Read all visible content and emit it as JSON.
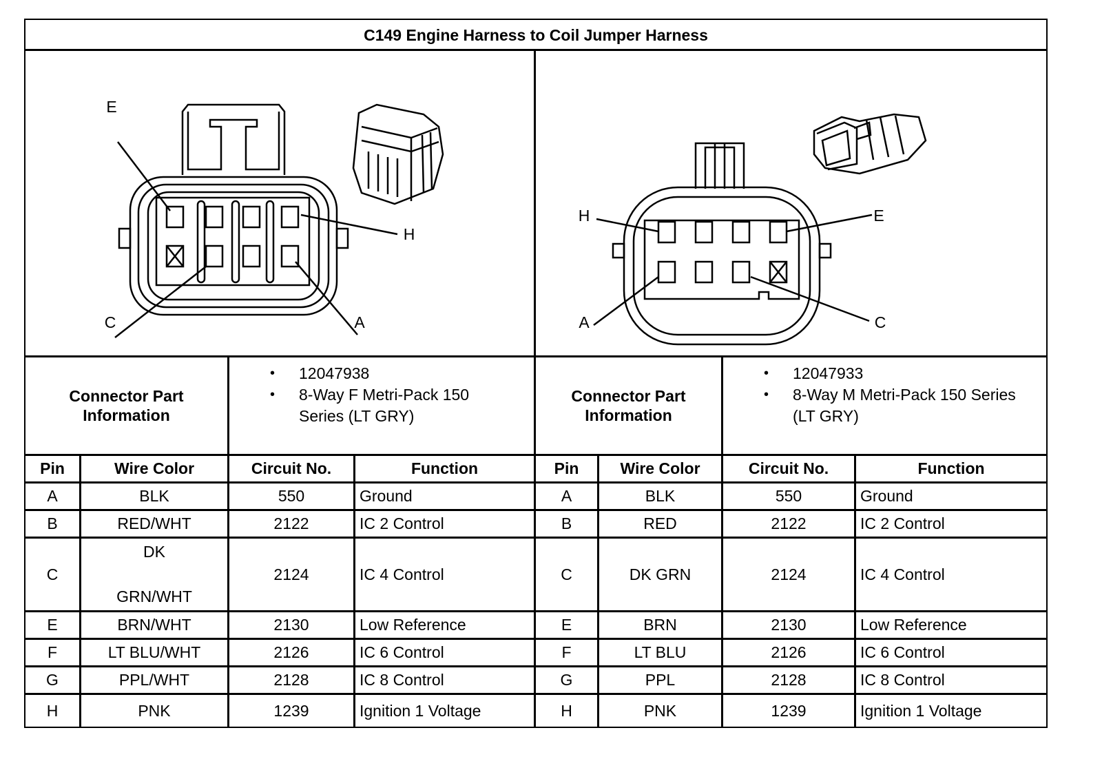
{
  "title": "C149 Engine Harness to Coil Jumper Harness",
  "left": {
    "labels": {
      "E": "E",
      "H": "H",
      "C": "C",
      "A": "A"
    },
    "part_info_label": [
      "Connector Part",
      "Information"
    ],
    "part_numbers": [
      "12047938",
      "8-Way F Metri-Pack 150 Series (LT GRY)"
    ]
  },
  "right": {
    "labels": {
      "H": "H",
      "E": "E",
      "A": "A",
      "C": "C"
    },
    "part_info_label": [
      "Connector Part",
      "Information"
    ],
    "part_numbers": [
      "12047933",
      "8-Way M Metri-Pack 150 Series (LT GRY)"
    ]
  },
  "columns": [
    "Pin",
    "Wire Color",
    "Circuit No.",
    "Function"
  ],
  "rows_left": [
    {
      "pin": "A",
      "color": "BLK",
      "circuit": "550",
      "function": "Ground"
    },
    {
      "pin": "B",
      "color": "RED/WHT",
      "circuit": "2122",
      "function": "IC 2 Control"
    },
    {
      "pin": "C",
      "color_top": "DK",
      "color_bottom": "GRN/WHT",
      "circuit": "2124",
      "function": "IC 4 Control"
    },
    {
      "pin": "E",
      "color": "BRN/WHT",
      "circuit": "2130",
      "function": "Low Reference"
    },
    {
      "pin": "F",
      "color": "LT BLU/WHT",
      "circuit": "2126",
      "function": "IC 6 Control"
    },
    {
      "pin": "G",
      "color": "PPL/WHT",
      "circuit": "2128",
      "function": "IC 8 Control"
    },
    {
      "pin": "H",
      "color": "PNK",
      "circuit": "1239",
      "function": "Ignition 1 Voltage"
    }
  ],
  "rows_right": [
    {
      "pin": "A",
      "color": "BLK",
      "circuit": "550",
      "function": "Ground"
    },
    {
      "pin": "B",
      "color": "RED",
      "circuit": "2122",
      "function": "IC 2 Control"
    },
    {
      "pin": "C",
      "color": "DK GRN",
      "circuit": "2124",
      "function": "IC 4 Control"
    },
    {
      "pin": "E",
      "color": "BRN",
      "circuit": "2130",
      "function": "Low Reference"
    },
    {
      "pin": "F",
      "color": "LT BLU",
      "circuit": "2126",
      "function": "IC 6 Control"
    },
    {
      "pin": "G",
      "color": "PPL",
      "circuit": "2128",
      "function": "IC 8 Control"
    },
    {
      "pin": "H",
      "color": "PNK",
      "circuit": "1239",
      "function": "Ignition 1 Voltage"
    }
  ]
}
